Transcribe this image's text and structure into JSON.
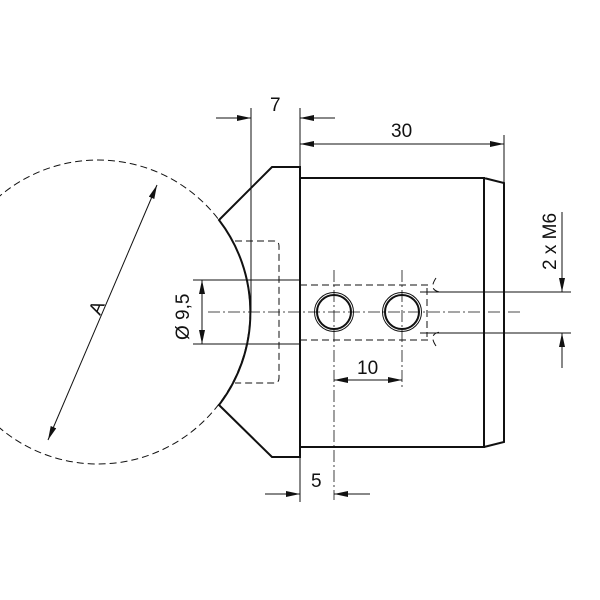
{
  "drawing": {
    "dimensions": {
      "flange_width": "7",
      "body_length": "30",
      "bore_diameter": "Ø 9,5",
      "hole_spacing": "10",
      "hole_offset": "5",
      "thread": "2 x M6",
      "tube_diameter": "A"
    },
    "line_color": "#111111"
  }
}
